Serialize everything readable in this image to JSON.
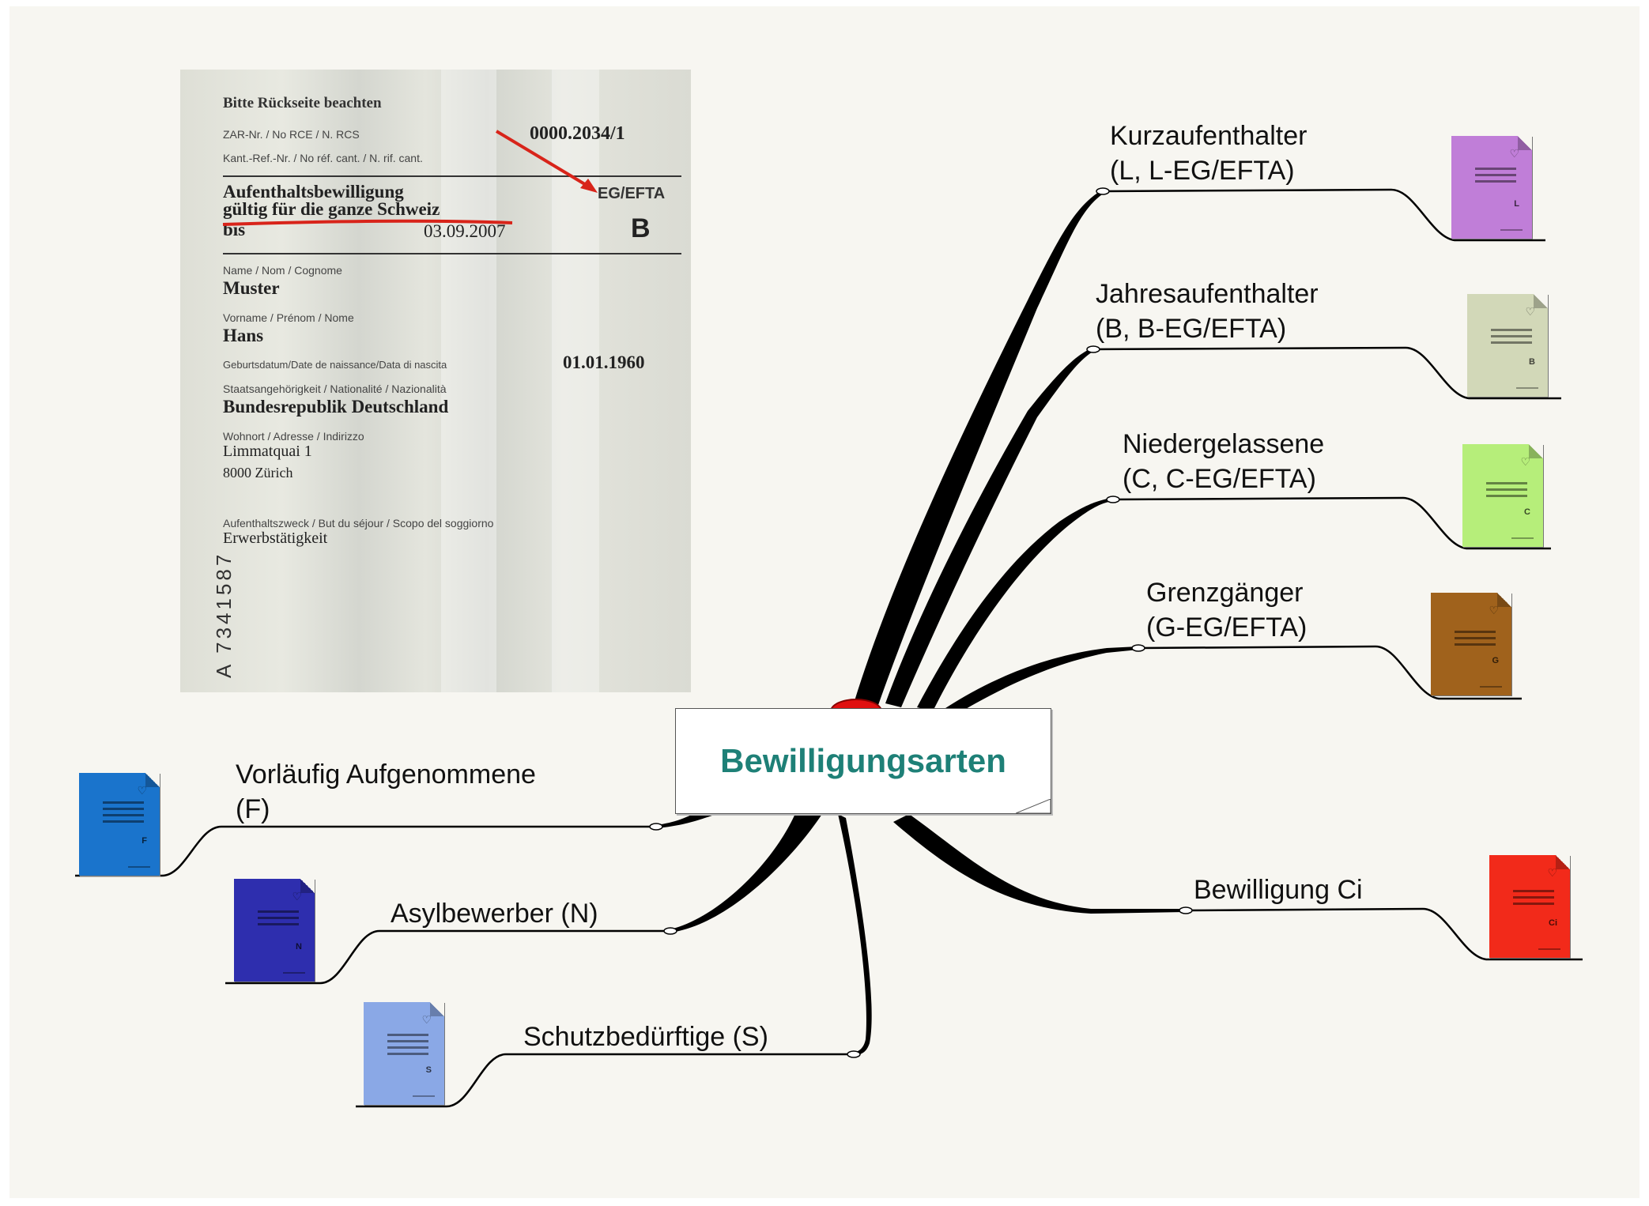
{
  "center": {
    "title": "Bewilligungsarten"
  },
  "permit_card": {
    "hint": "Bitte Rückseite beachten",
    "zar_label": "ZAR-Nr. / No RCE / N. RCS",
    "number": "0000.2034/1",
    "kant_label": "Kant.-Ref.-Nr. / No réf. cant. / N. rif. cant.",
    "permit_title_1": "Aufenthaltsbewilligung",
    "permit_title_2": "gültig für die ganze Schweiz",
    "bis_label": "bis",
    "valid_until": "03.09.2007",
    "eg_efta": "EG/EFTA",
    "category": "B",
    "name_label": "Name / Nom / Cognome",
    "name": "Muster",
    "vorname_label": "Vorname / Prénom / Nome",
    "vorname": "Hans",
    "birth_label": "Geburtsdatum/Date de naissance/Data di nascita",
    "birth_date": "01.01.1960",
    "nationality_label": "Staatsangehörigkeit / Nationalité / Nazionalità",
    "nationality": "Bundesrepublik Deutschland",
    "address_label": "Wohnort / Adresse / Indirizzo",
    "address_1": "Limmatquai 1",
    "address_2": "8000  Zürich",
    "purpose_label": "Aufenthaltszweck / But du séjour / Scopo del soggiorno",
    "purpose": "Erwerbstätigkeit",
    "serial": "A 7341587"
  },
  "branches": [
    {
      "id": "kurzaufenthalter",
      "line1": "Kurzaufenthalter",
      "line2": "(L, L-EG/EFTA)",
      "color": "#c07ed8",
      "letter": "L"
    },
    {
      "id": "jahresaufenthalter",
      "line1": "Jahresaufenthalter",
      "line2": "(B, B-EG/EFTA)",
      "color": "#d2d8b8",
      "letter": "B"
    },
    {
      "id": "niedergelassene",
      "line1": "Niedergelassene",
      "line2": "(C, C-EG/EFTA)",
      "color": "#b6ee7a",
      "letter": "C"
    },
    {
      "id": "grenzgaenger",
      "line1": "Grenzgänger",
      "line2": "(G-EG/EFTA)",
      "color": "#a0621c",
      "letter": "G"
    },
    {
      "id": "bewilligung-ci",
      "line1": "Bewilligung Ci",
      "line2": "",
      "color": "#f22a1a",
      "letter": "Ci"
    },
    {
      "id": "vorlaeufig",
      "line1": "Vorläufig Aufgenommene",
      "line2": "(F)",
      "color": "#1a74cc",
      "letter": "F"
    },
    {
      "id": "asylbewerber",
      "line1": "Asylbewerber (N)",
      "line2": "",
      "color": "#2e2eae",
      "letter": "N"
    },
    {
      "id": "schutzbeduerftige",
      "line1": "Schutzbedürftige (S)",
      "line2": "",
      "color": "#8aa8e6",
      "letter": "S"
    }
  ]
}
